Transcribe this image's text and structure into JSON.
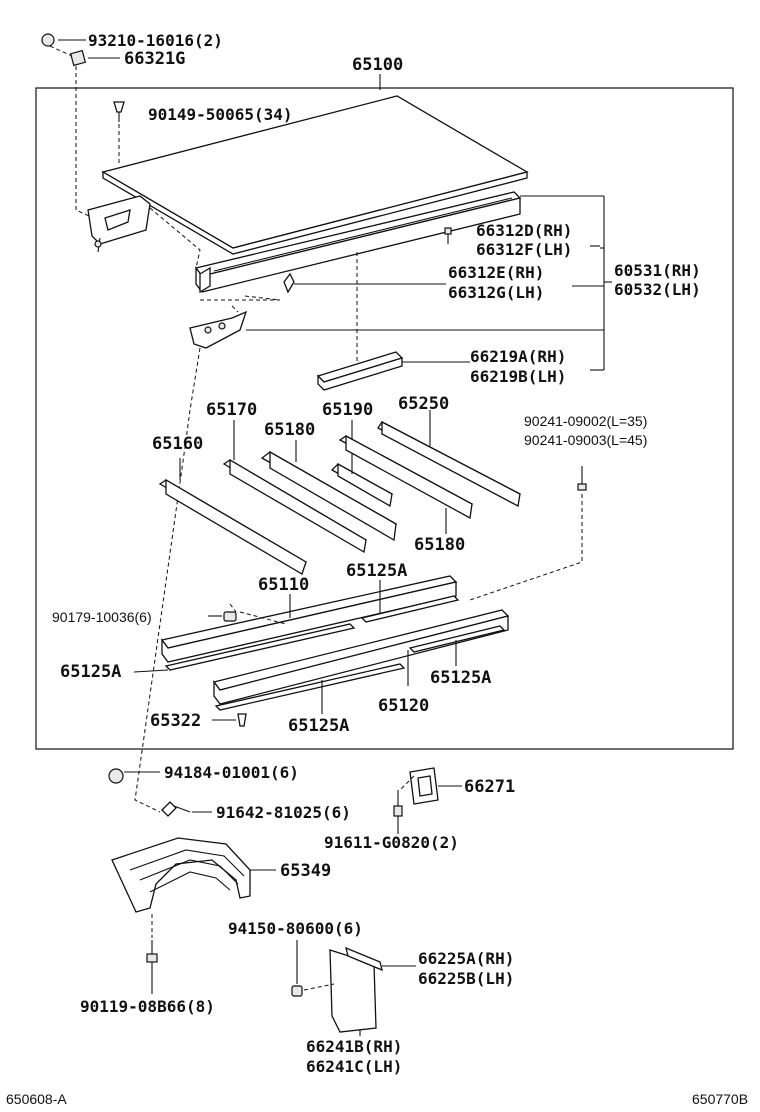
{
  "parts": {
    "p9321016016": "93210-16016(2)",
    "p66321G": "66321G",
    "p65100": "65100",
    "p9014950065": "90149-50065(34)",
    "p66312D": "66312D(RH)",
    "p66312F": "66312F(LH)",
    "p66312E": "66312E(RH)",
    "p66312G": "66312G(LH)",
    "p60531": "60531(RH)",
    "p60532": "60532(LH)",
    "p66219A": "66219A(RH)",
    "p66219B": "66219B(LH)",
    "p65170": "65170",
    "p65190": "65190",
    "p65250": "65250",
    "p65160": "65160",
    "p65180a": "65180",
    "p65180b": "65180",
    "p9024109002": "90241-09002(L=35)",
    "p9024109003": "90241-09003(L=45)",
    "p65110": "65110",
    "p65125Atop": "65125A",
    "p9017910036": "90179-10036(6)",
    "p65125Aleft": "65125A",
    "p65125Aright": "65125A",
    "p65120": "65120",
    "p65322": "65322",
    "p65125Abottom": "65125A",
    "p9418401001": "94184-01001(6)",
    "p66271": "66271",
    "p9164281025": "91642-81025(6)",
    "p91611G0820": "91611-G0820(2)",
    "p65349": "65349",
    "p9415080600": "94150-80600(6)",
    "p66225A": "66225A(RH)",
    "p66225B": "66225B(LH)",
    "p9011908B66": "90119-08B66(8)",
    "p66241B": "66241B(RH)",
    "p66241C": "66241C(LH)"
  },
  "footer": {
    "left_code": "650608-A",
    "right_code": "650770B"
  }
}
